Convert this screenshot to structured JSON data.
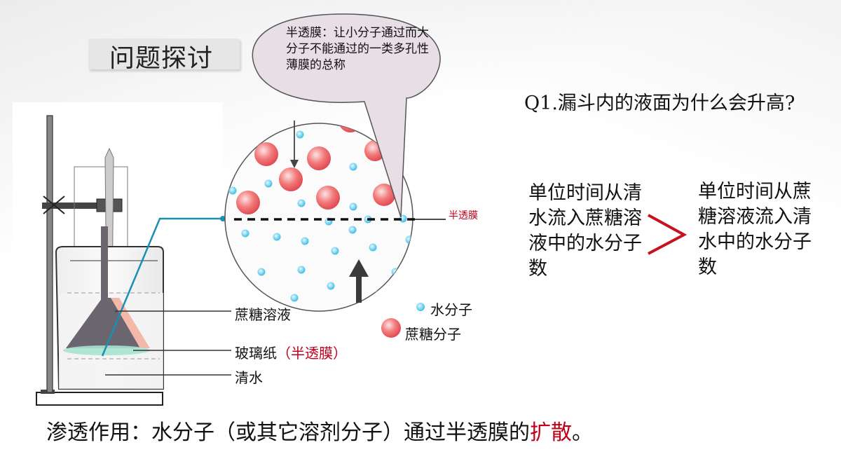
{
  "title": "问题探讨",
  "bubble": {
    "text": "半透膜：让小分子通过而大分子不能通过的一类多孔性薄膜的总称"
  },
  "question": "Q1.漏斗内的液面为什么会升高?",
  "comparison": {
    "left": "单位时间从清水流入蔗糖溶液中的水分子数",
    "right": "单位时间从蔗糖溶液流入清水中的水分子数",
    "symbol": ">"
  },
  "labels": {
    "membrane_small": "半透膜",
    "water_molecule": "水分子",
    "sucrose_molecule": "蔗糖分子",
    "sucrose_solution": "蔗糖溶液",
    "cellophane": "玻璃纸",
    "cellophane_note": "（半透膜）",
    "water": "清水"
  },
  "definition": {
    "prefix": "渗透作用：水分子（或其它溶剂分子）通过半透膜的",
    "highlight": "扩散",
    "suffix": "。"
  },
  "colors": {
    "highlight": "#c0001a",
    "water": "#5ac8ec",
    "sucrose": "#f06b6b",
    "funnel": "#6b6570",
    "bubble": "#e8dfe6",
    "pointer_line": "#1a8fb6"
  }
}
